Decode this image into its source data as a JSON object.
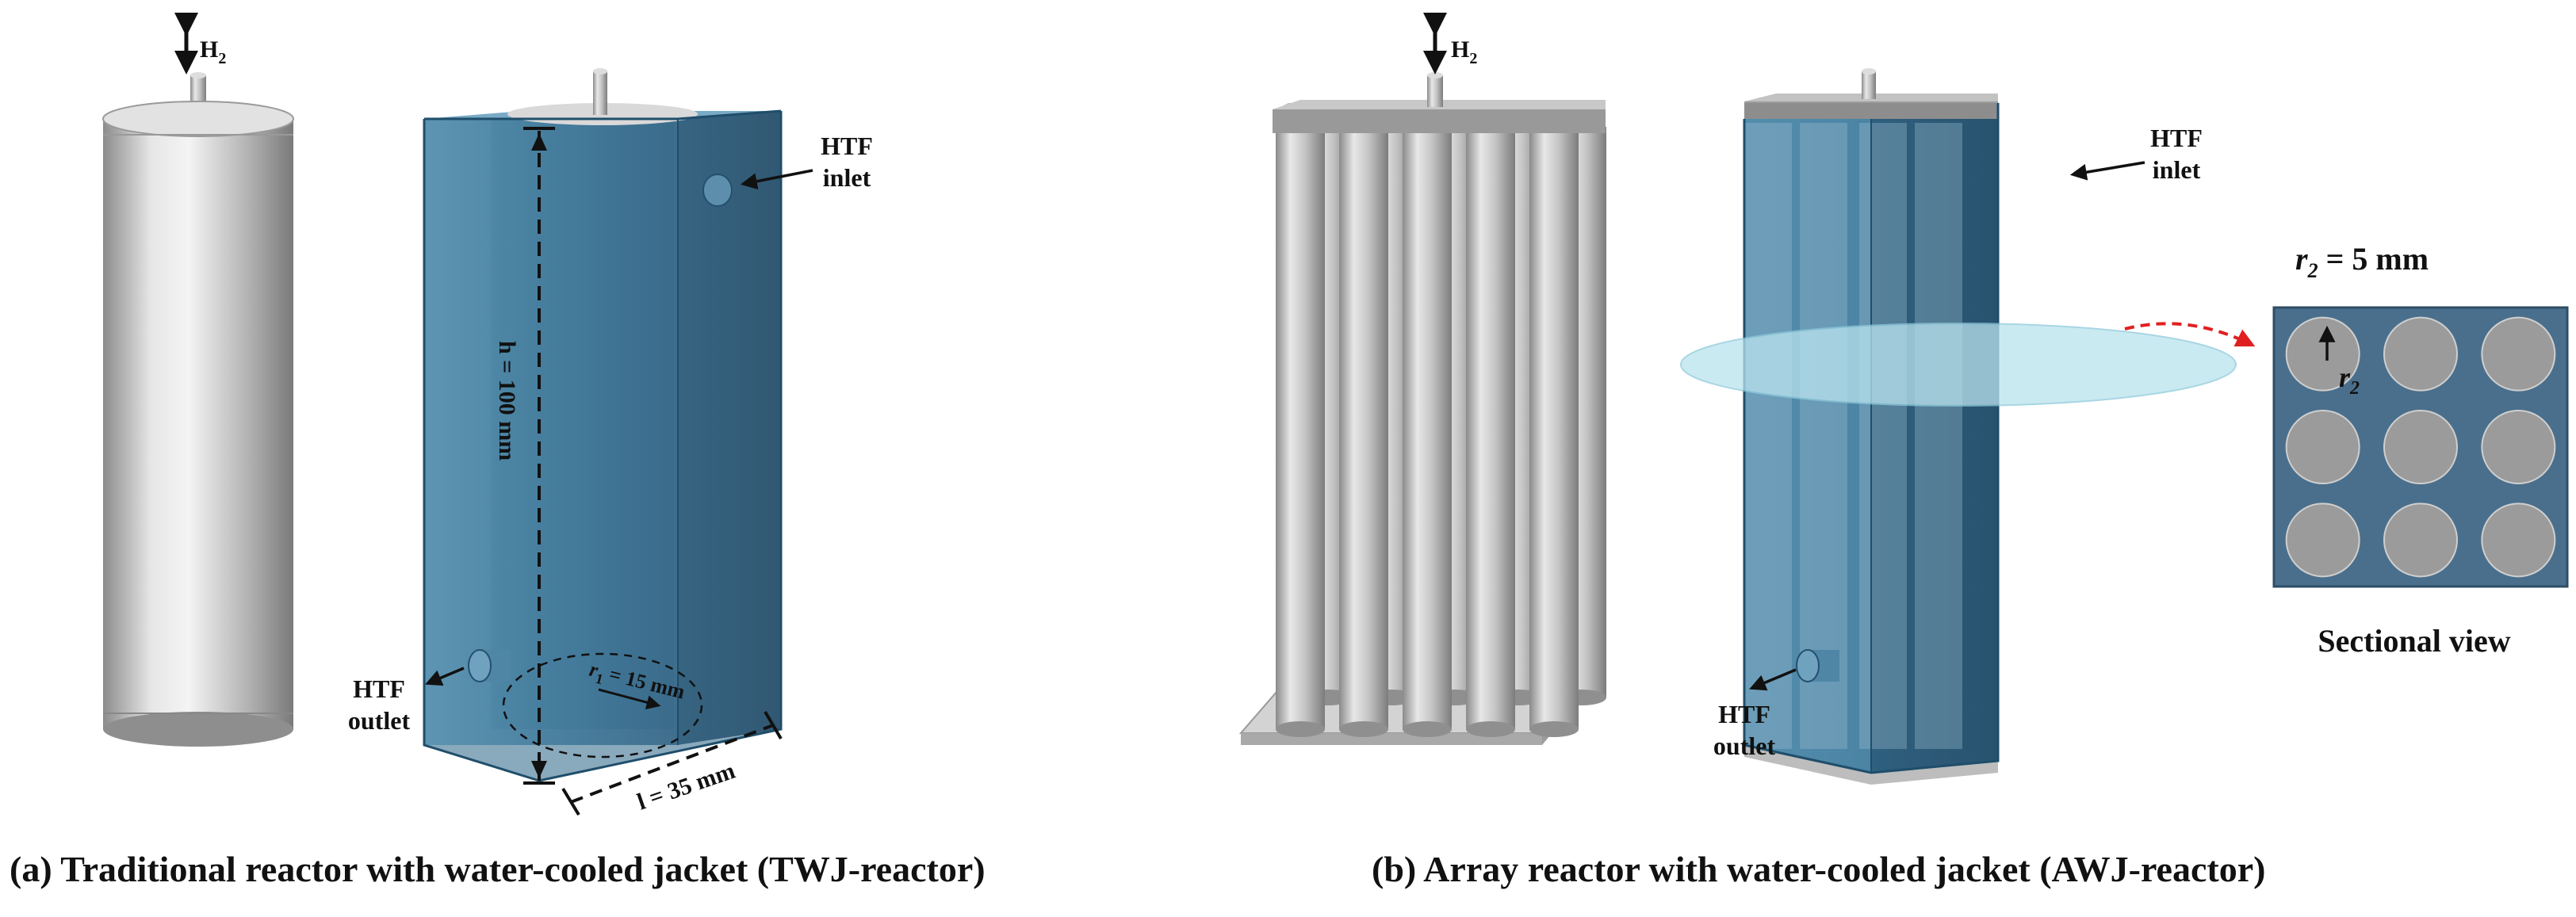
{
  "gas_label": "H",
  "gas_sub": "2",
  "htf_inlet_line1": "HTF",
  "htf_inlet_line2": "inlet",
  "htf_outlet_line1": "HTF",
  "htf_outlet_line2": "outlet",
  "height_dim": "h = 100 mm",
  "radius1_sym": "r",
  "radius1_sub": "1",
  "radius1_val": " = 15 mm",
  "length_dim": "l = 35 mm",
  "radius2_sym": "r",
  "radius2_sub": "2",
  "radius2_val": " = 5 mm",
  "sectional_label": "Sectional view",
  "caption_a": "(a) Traditional reactor with water-cooled jacket  (TWJ-reactor)",
  "caption_b": "(b) Array reactor with water-cooled jacket (AWJ-reactor)",
  "section_grid": {
    "rows": 3,
    "cols": 3
  },
  "colors": {
    "jacket_fill": "#3f7ea0",
    "jacket_edge": "#1f4e6b",
    "section_bg": "#4a6f8c",
    "tube_gray": "#9b9b9b",
    "arrow_red": "#e02020"
  }
}
